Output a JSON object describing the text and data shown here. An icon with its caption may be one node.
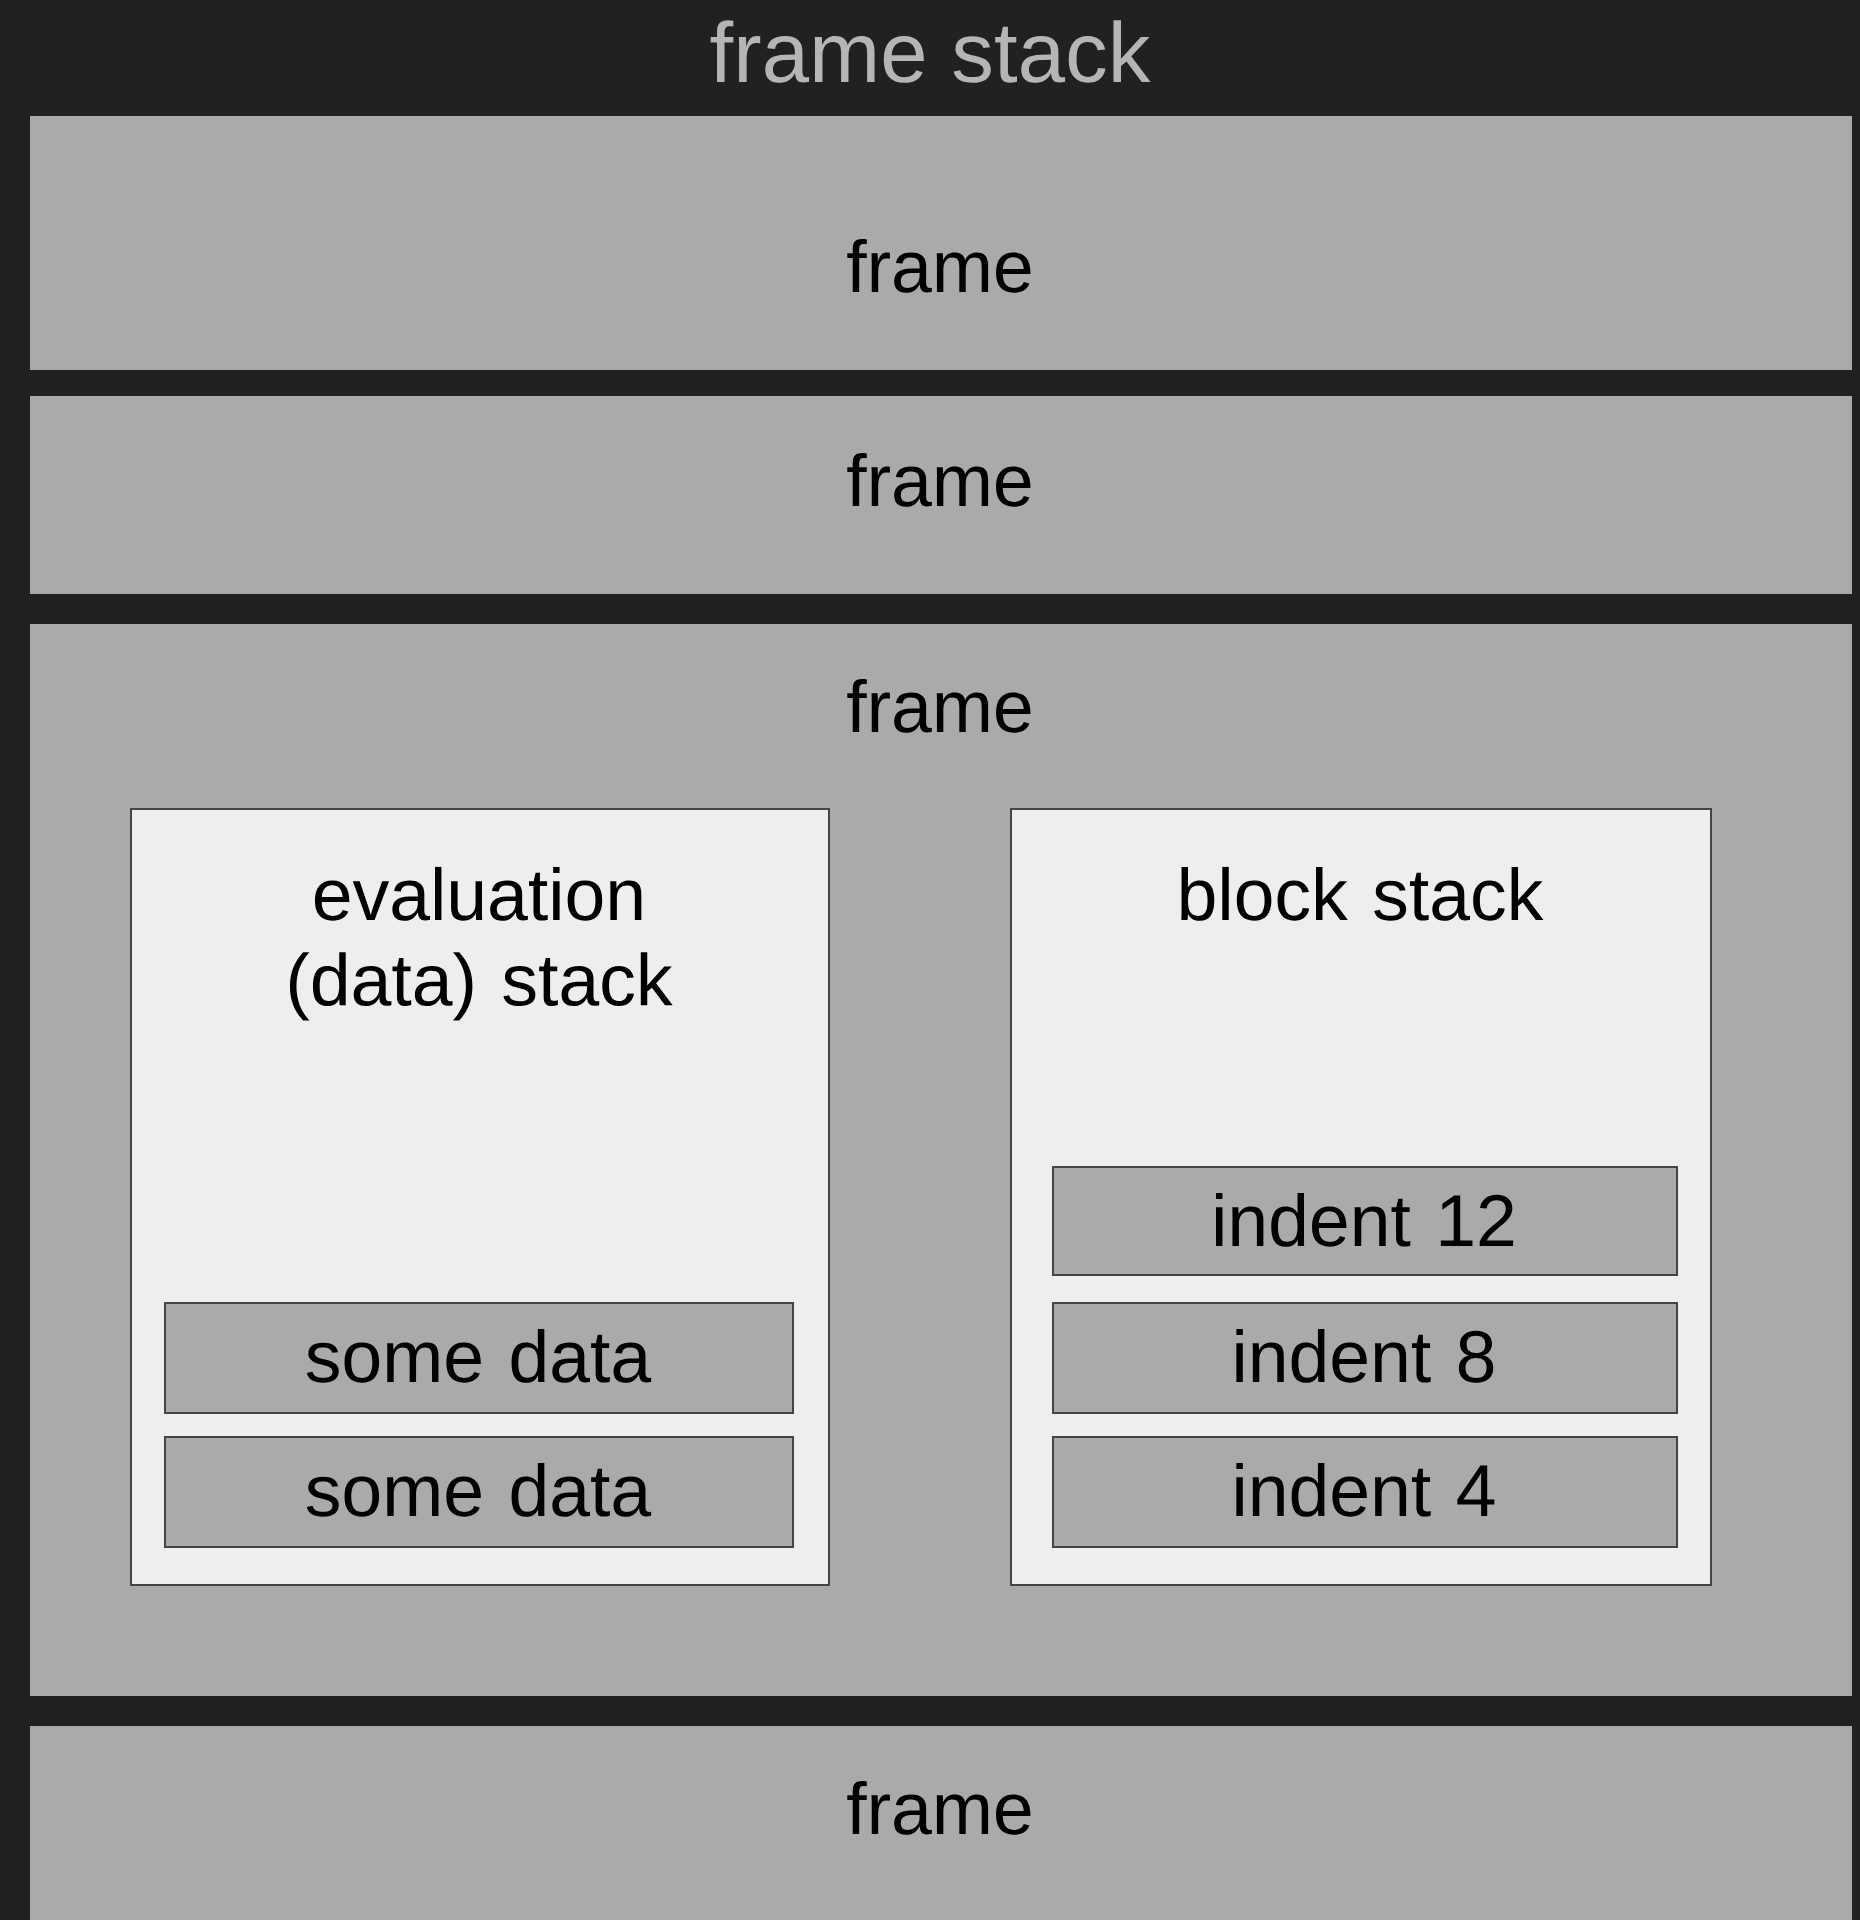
{
  "diagram": {
    "title": "frame stack",
    "nodes": [
      {
        "text": [
          "frame"
        ]
      },
      {
        "text": [
          "frame"
        ]
      },
      {
        "text": [
          "frame"
        ]
      },
      {
        "text": [
          "evaluation (data) stack"
        ],
        "in": 2
      },
      {
        "text": [
          "some data"
        ],
        "in": 3
      },
      {
        "text": [
          "some data"
        ],
        "in": 3
      },
      {
        "text": [
          "block stack"
        ],
        "in": 2
      },
      {
        "text": [
          "indent 12"
        ],
        "in": 6
      },
      {
        "text": [
          "indent 8"
        ],
        "in": 6
      },
      {
        "text": [
          "indent 4"
        ],
        "in": 6
      },
      {
        "text": [
          "frame"
        ]
      }
    ]
  }
}
